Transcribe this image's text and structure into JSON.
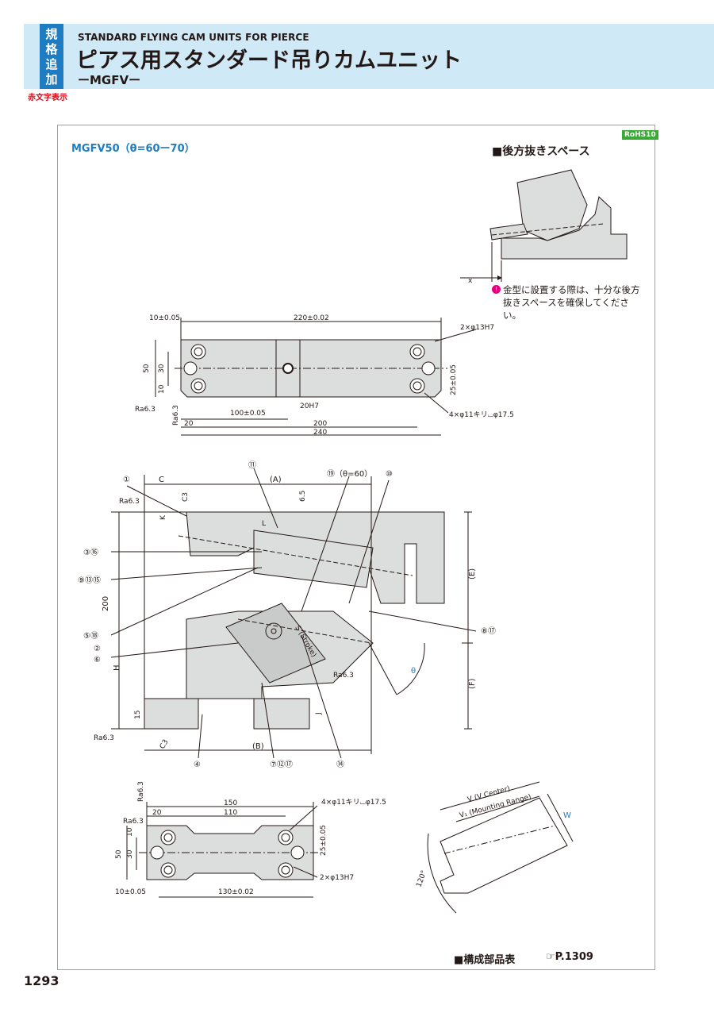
{
  "header": {
    "tag_lines": [
      "規",
      "格",
      "追",
      "加"
    ],
    "tag_red": "赤文字表示",
    "title_en": "STANDARD FLYING CAM UNITS FOR PIERCE",
    "title_jp": "ピアス用スタンダード吊りカムユニット",
    "subtitle": "ーMGFVー"
  },
  "rohs": "RoHS10",
  "model_label": "MGFV50（θ=60ー70）",
  "back_space": {
    "title": "■後方抜きスペース",
    "x_label": "x",
    "note_icon": "!",
    "note": "金型に設置する際は、十分な後方抜きスペースを確保してください。"
  },
  "top_view": {
    "dims": {
      "d10": "10±0.05",
      "d220": "220±0.02",
      "holes_top": "2×φ13H7",
      "d50": "50",
      "d30": "30",
      "d10v": "10",
      "d25": "25±0.05",
      "d20h7": "20H7",
      "d100": "100±0.05",
      "holes_cb": "4×φ11キリ⌴φ17.5",
      "d20": "20",
      "d200": "200",
      "d240": "240",
      "ra1": "Ra6.3",
      "ra2": "Ra6.3"
    }
  },
  "side_view": {
    "callouts": {
      "c1": "①",
      "c316": "③⑯",
      "c91315": "⑨⑬⑮",
      "c518": "⑤⑱",
      "c2": "②",
      "c6": "⑥",
      "c4": "④",
      "c71217": "⑦⑫⑰",
      "c14": "⑭",
      "c817": "⑧⑰",
      "c11": "⑪",
      "c19": "⑲（θ=60）",
      "c10": "⑩"
    },
    "dims": {
      "C": "C",
      "A": "(A)",
      "E": "(E)",
      "F": "(F)",
      "B": "(B)",
      "H": "H",
      "d200": "200",
      "K": "K",
      "L": "L",
      "J": "J",
      "d15": "15",
      "d65": "6.5",
      "C3a": "C3",
      "C3b": "C3",
      "ra_a": "Ra6.3",
      "ra_b": "Ra6.3",
      "ra_c": "Ra6.3",
      "stroke": "S (Stroke)",
      "theta": "θ"
    }
  },
  "bottom_view": {
    "dims": {
      "ra_v": "Ra6.3",
      "ra_h": "Ra6.3",
      "d150": "150",
      "d20": "20",
      "d110": "110",
      "holes_cb": "4×φ11キリ⌴φ17.5",
      "d10": "10",
      "d30": "30",
      "d50": "50",
      "d25": "25±0.05",
      "holes_top": "2×φ13H7",
      "d10b": "10±0.05",
      "d130": "130±0.02"
    }
  },
  "angle_view": {
    "v_center": "V (V Center)",
    "v1": "V₁ (Mounting Range)",
    "w": "W",
    "angle": "120°"
  },
  "parts_title": "■構成部品表",
  "parts_ref": "☞P.1309",
  "page_number": "1293"
}
